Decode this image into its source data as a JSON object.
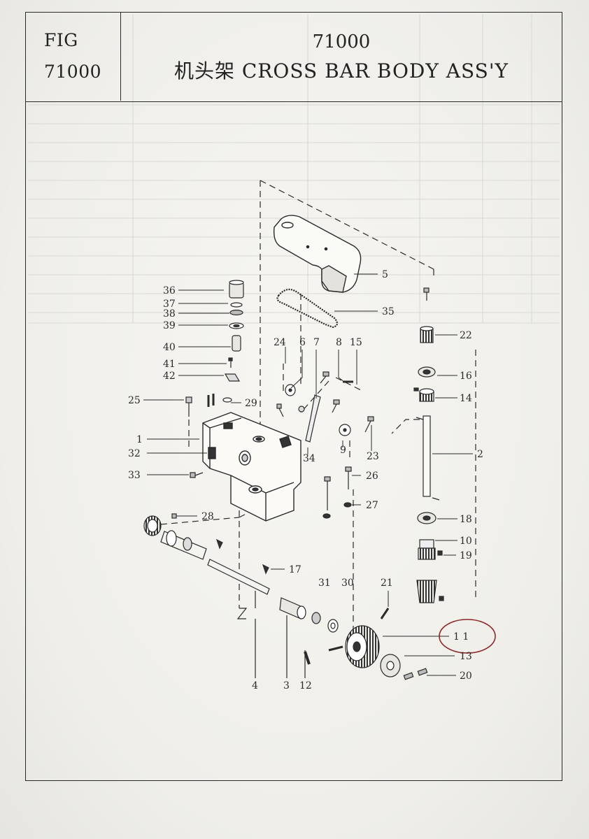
{
  "figure": {
    "fig_label": "FIG",
    "fig_number": "71000",
    "title_number": "71000",
    "title_text": "机头架 CROSS BAR BODY ASS'Y"
  },
  "callouts": {
    "c1": "1",
    "c2": "2",
    "c3": "3",
    "c4": "4",
    "c5": "5",
    "c6": "6",
    "c7": "7",
    "c8": "8",
    "c9": "9",
    "c10": "10",
    "c11": "1 1",
    "c12": "12",
    "c13": "13",
    "c14": "14",
    "c15": "15",
    "c16": "16",
    "c17": "17",
    "c18": "18",
    "c19": "19",
    "c20": "20",
    "c21": "21",
    "c22": "22",
    "c23": "23",
    "c24": "24",
    "c25": "25",
    "c26": "26",
    "c27": "27",
    "c28": "28",
    "c29": "29",
    "c30": "30",
    "c31": "31",
    "c32": "32",
    "c33": "33",
    "c34": "34",
    "c35": "35",
    "c36": "36",
    "c37": "37",
    "c38": "38",
    "c39": "39",
    "c40": "40",
    "c41": "41",
    "c42": "42"
  },
  "colors": {
    "ink": "#2a2a2a",
    "highlight_circle": "#8b2a2a",
    "paper": "#f1f0ec"
  }
}
